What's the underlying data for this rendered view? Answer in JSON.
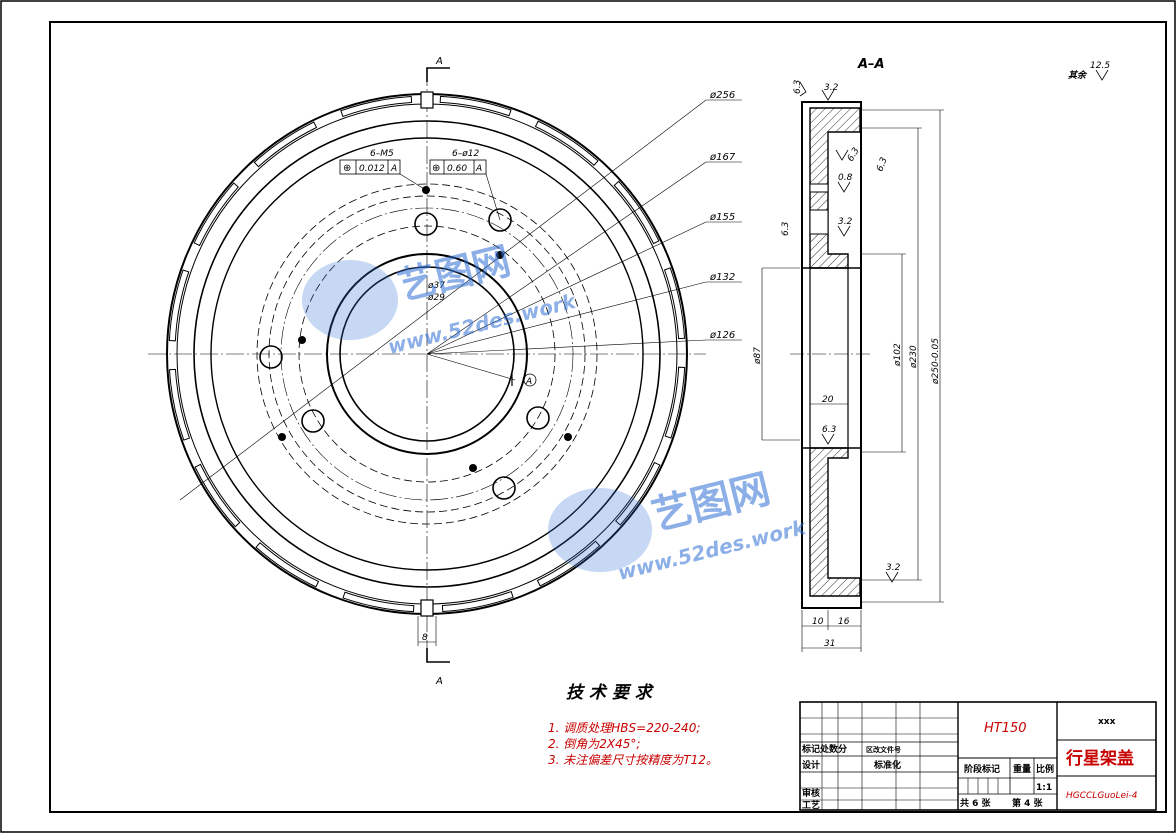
{
  "section": {
    "cut_letter": "A",
    "view_title": "A–A"
  },
  "front_dims": {
    "d256": "ø256",
    "d167": "ø167",
    "d155": "ø155",
    "d132": "ø132",
    "d126": "ø126",
    "d37": "ø37",
    "d29": "ø29",
    "tap_holes": "6–M5",
    "tap_tol": "0.012",
    "tap_datum": "A",
    "thru_holes": "6–ø12",
    "thru_tol": "0.60",
    "thru_datum": "A",
    "datum_a": "A",
    "key_width": "8"
  },
  "section_dims": {
    "d87": "ø87",
    "d102": "ø102",
    "d230": "ø230",
    "d250": "ø250-0.05",
    "w20": "20",
    "w10": "10",
    "w16": "16",
    "w31": "31",
    "r63a": "6.3",
    "r32a": "3.2",
    "r63b": "6.3",
    "r63c": "6.3",
    "r08": "0.8",
    "r63d": "6.3",
    "r32b": "3.2",
    "r63e": "6.3",
    "r32c": "3.2",
    "rest_label": "其余",
    "rest_value": "12.5"
  },
  "tech": {
    "title": "技 术 要 求",
    "items": [
      "1. 调质处理HBS=220-240;",
      "2. 倒角为2X45°;",
      "3. 未注偏差尺寸按精度为T12。"
    ]
  },
  "title_block": {
    "material": "HT150",
    "company": "xxx",
    "part_name": "行星架盖",
    "drawing_no": "HGCCLGuoLei-4",
    "row_marks": "标记处数分",
    "row_sign": "区改文件号",
    "design": "设计",
    "standard": "标准化",
    "stage": "阶段标记",
    "weight": "重量",
    "scale_label": "比例",
    "scale": "1:1",
    "review": "审核",
    "process": "工艺",
    "sheets_total": "共 6 张",
    "sheet_no": "第 4 张"
  },
  "watermark": {
    "brand": "艺图网",
    "url": "www.52des.work"
  },
  "colors": {
    "ink": "#000000",
    "red": "#c80000",
    "watermark": "#2f6fd4"
  }
}
